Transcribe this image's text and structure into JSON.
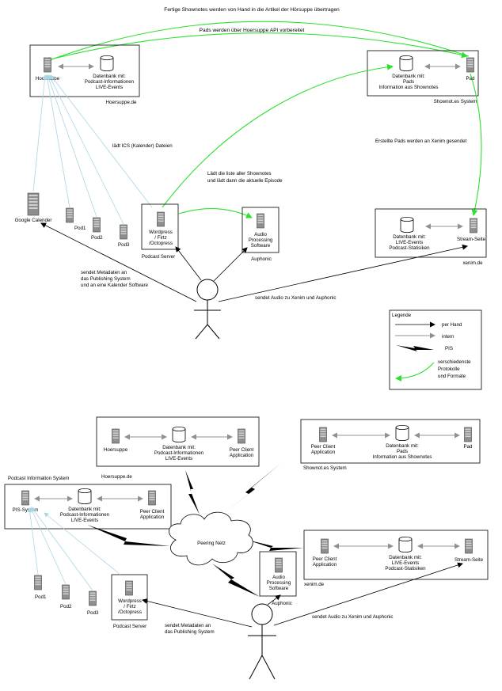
{
  "colors": {
    "intern_arrow": "#909090",
    "protocol_arrow": "#2ee02e",
    "lightblue_link": "#a9d6e5",
    "bolt": "#000000"
  },
  "top": {
    "green_top_label": "Fertige Shownotes werden von Hand in die Artikel der Hörsuppe übertragen",
    "green_api_label": "Pads werden über Hoersuppe API vorbereitet",
    "hoersuppe": {
      "server_label": "Hoersuppe",
      "db_label": "Datenbank mit:",
      "db_line2": "Podcast-Informationen",
      "db_line3": "LIVE-Events",
      "box_label": "Hoersuppe.de"
    },
    "shownotes": {
      "db_label": "Datenbank mit:",
      "db_line2": "Pads",
      "db_line3": "Information aus Shownotes",
      "pad_label": "Pad",
      "box_label": "Shownot.es System"
    },
    "ics_label": "lädt ICS (Kalender) Dateien",
    "liste_line1": "Lädt die liste aller Shownotes",
    "liste_line2": "und lädt dann die aktuelle Episode",
    "xenim_sent_label": "Erstellte Pads werden an Xenim gesendet",
    "google_label": "Google Calender",
    "pods": [
      "Pod1",
      "Pod2",
      "Pod3"
    ],
    "podcast_server": {
      "line1": "Wordpress",
      "line2": "/ Firtz",
      "line3": "/Octopress",
      "box_label": "Podcast Server"
    },
    "auphonic": {
      "line1": "Audio",
      "line2": "Processing",
      "line3": "Software",
      "box_label": "Auphonic"
    },
    "xenim": {
      "db_label": "Datenbank mit:",
      "db_line2": "LIVE-Events",
      "db_line3": "Podcast-Statisiken",
      "stream_label": "Stream-Seite",
      "box_label": "xenim.de"
    },
    "metadata_line1": "sendet Metadaten an",
    "metadata_line2": "das Publishing System",
    "metadata_line3": "und an eine Kalender Software",
    "audio_label": "sendet Audio zu Xenim und Auphonic",
    "legend": {
      "title": "Legende",
      "hand": "per Hand",
      "intern": "intern",
      "pis": "PIS",
      "protocol_line1": "verschiedenste",
      "protocol_line2": "Protokolle",
      "protocol_line3": "und Formate"
    }
  },
  "bottom": {
    "hoersuppe": {
      "server_label": "Hoersuppe",
      "db_label": "Datenbank mit:",
      "db_line2": "Podcast-Informationen",
      "db_line3": "LIVE-Events",
      "client_line1": "Peer Client",
      "client_line2": "Application",
      "box_label": "Hoersuppe.de"
    },
    "shownotes": {
      "client_line1": "Peer Client",
      "client_line2": "Application",
      "db_label": "Datenbank mit:",
      "db_line2": "Pads",
      "db_line3": "Information aus Shownotes",
      "pad_label": "Pad",
      "box_label": "Shownot.es System"
    },
    "pis": {
      "title": "Podcast Information System",
      "server_label": "PIS-System",
      "db_label": "Datenbank mit:",
      "db_line2": "Podcast-Informationen",
      "db_line3": "LIVE-Events",
      "client_line1": "Peer Client",
      "client_line2": "Application"
    },
    "cloud_label": "Peering Netz",
    "xenim": {
      "client_line1": "Peer Client",
      "client_line2": "Application",
      "db_label": "Datenbank mit:",
      "db_line2": "LIVE-Events",
      "db_line3": "Podcast-Statisiken",
      "stream_label": "Stream-Seite",
      "box_label": "xenim.de"
    },
    "auphonic": {
      "line1": "Audio",
      "line2": "Processing",
      "line3": "Software",
      "box_label": "Auphonic"
    },
    "pods": [
      "Pod1",
      "Pod2",
      "Pod3"
    ],
    "podcast_server": {
      "line1": "Wordpress",
      "line2": "/ Firtz",
      "line3": "/Octopress",
      "box_label": "Podcast Server"
    },
    "metadata_line1": "sendet Metadaten an",
    "metadata_line2": "das Publishing System",
    "audio_label": "sendet Audio zu Xenim und Auphonic"
  }
}
